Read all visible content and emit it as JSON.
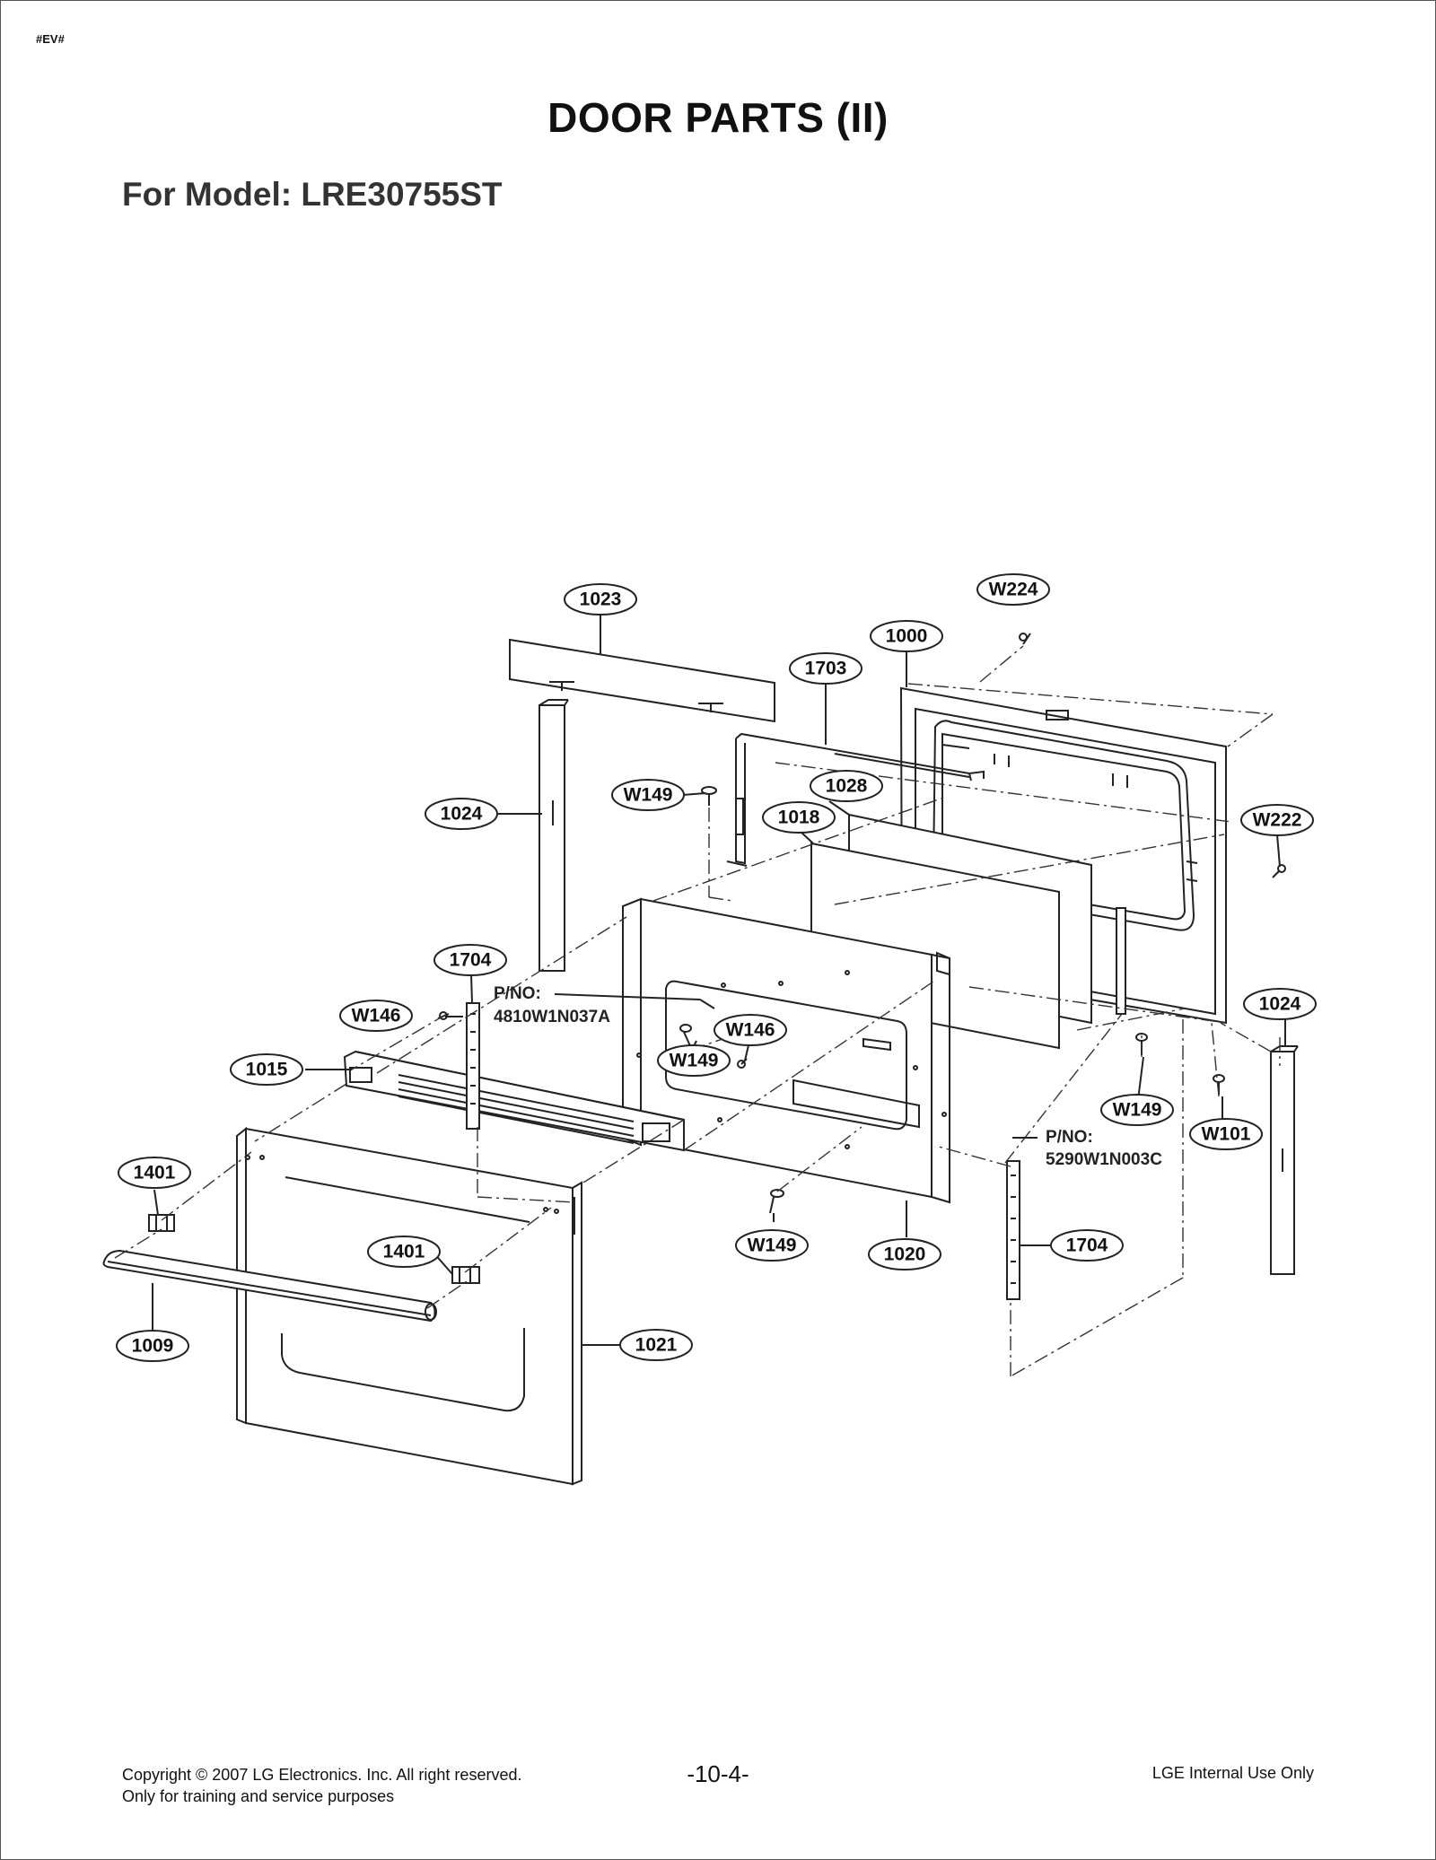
{
  "header": {
    "tag": "#EV#",
    "title": "DOOR PARTS (II)",
    "model": "For Model: LRE30755ST"
  },
  "callouts": {
    "c1023": "1023",
    "cW224": "W224",
    "c1000": "1000",
    "c1703": "1703",
    "c1024a": "1024",
    "cW149a": "W149",
    "c1028": "1028",
    "c1018": "1018",
    "cW222": "W222",
    "c1704a": "1704",
    "cW146a": "W146",
    "cW149b": "W149",
    "cW146b": "W146",
    "c1015": "1015",
    "c1024b": "1024",
    "cW149c": "W149",
    "cW101": "W101",
    "c1401a": "1401",
    "c1401b": "1401",
    "cW149d": "W149",
    "c1020": "1020",
    "c1704b": "1704",
    "c1009": "1009",
    "c1021": "1021"
  },
  "part_numbers": {
    "pno1_label": "P/NO:",
    "pno1_value": "4810W1N037A",
    "pno2_label": "P/NO:",
    "pno2_value": "5290W1N003C"
  },
  "footer": {
    "copyright": "Copyright © 2007 LG Electronics. Inc. All right reserved.",
    "purpose": "Only for training and service purposes",
    "page": "-10-4-",
    "internal": "LGE Internal Use Only"
  }
}
